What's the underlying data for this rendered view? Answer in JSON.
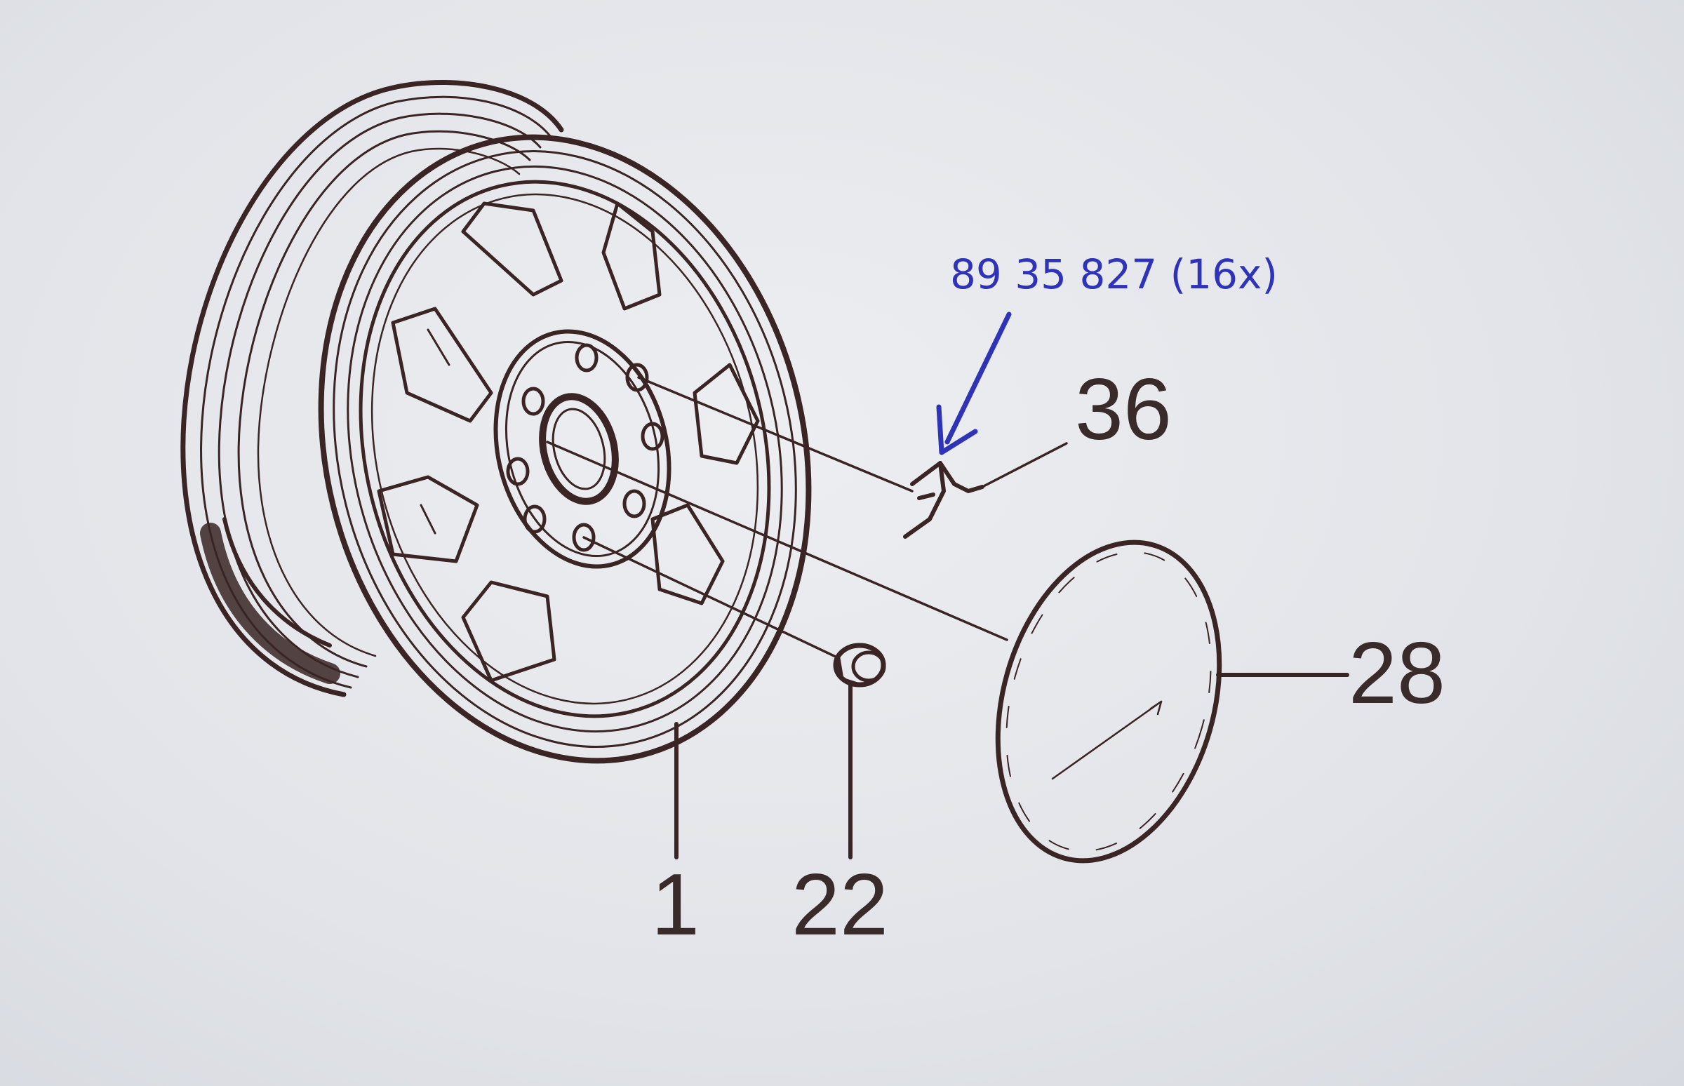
{
  "diagram": {
    "parts": [
      {
        "id": "wheel",
        "callout": "1"
      },
      {
        "id": "wheel-nut",
        "callout": "22"
      },
      {
        "id": "hub-cap",
        "callout": "28"
      },
      {
        "id": "balance-clip",
        "callout": "36"
      }
    ],
    "annotation": {
      "text": "89 35 827 (16x)",
      "color": "#2e33b8",
      "points_to": "36"
    },
    "line_color": "#3a2424"
  }
}
